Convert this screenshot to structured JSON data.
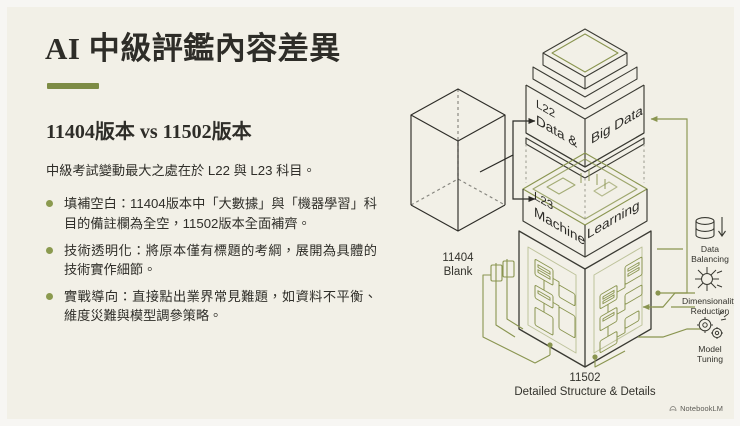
{
  "slide": {
    "title": "AI 中級評鑑內容差異",
    "subtitle": "11404版本 vs 11502版本",
    "lede": "中級考試變動最大之處在於 L22 與 L23 科目。",
    "accent_color": "#7d8c45",
    "bg_color": "#f2f0e7",
    "bullets": [
      "填補空白：11404版本中「大數據」與「機器學習」科目的備註欄為全空，11502版本全面補齊。",
      "技術透明化：將原本僅有標題的考綱，展開為具體的技術實作細節。",
      "實戰導向：直接點出業界常見難題，如資料不平衡、維度災難與模型調參策略。"
    ]
  },
  "diagram": {
    "left_box": {
      "line1": "11404",
      "line2": "Blank"
    },
    "tower": {
      "top_label_code": "L22",
      "top_label_left": "Data &",
      "top_label_right": "Big Data",
      "mid_label_code": "L23",
      "mid_label_left": "Machine",
      "mid_label_right": "Learning"
    },
    "bottom_caption": {
      "line1": "11502",
      "line2": "Detailed Structure & Details"
    },
    "annotations": [
      {
        "icon": "database-arrow-icon",
        "line1": "Data",
        "line2": "Balancing"
      },
      {
        "icon": "dimensionality-reduction-icon",
        "line1": "Dimensionality",
        "line2": "Reduction"
      },
      {
        "icon": "gears-icon",
        "line1": "Model",
        "line2": "Tuning"
      }
    ]
  },
  "watermark": {
    "label": "NotebookLM"
  }
}
